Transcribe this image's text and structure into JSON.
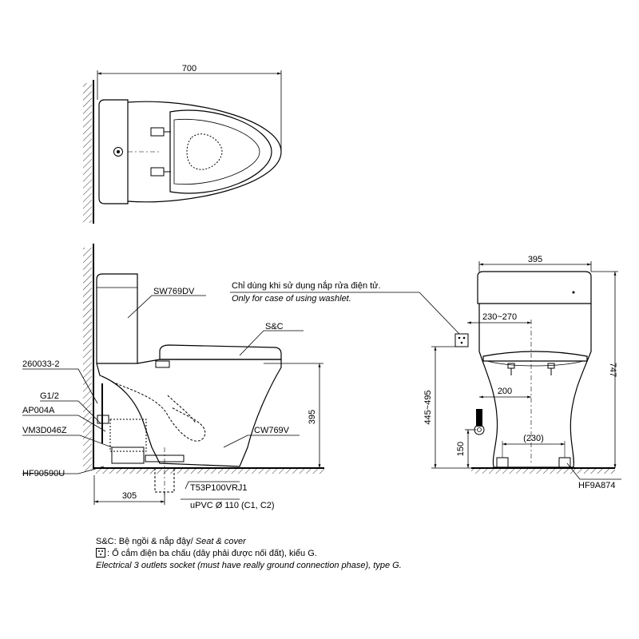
{
  "dimensions": {
    "top_width": "700",
    "depth_width": "395",
    "side_range": "230~270",
    "total_height": "747",
    "inlet_range": "445~495",
    "seat_height": "395",
    "wall_offset": "305",
    "inlet_offset": "200",
    "outlet_spacing": "(230)",
    "outlet_height": "150"
  },
  "labels": {
    "tank": "SW769DV",
    "seat_cover": "S&C",
    "bowl": "CW769V",
    "part_260033": "260033-2",
    "part_g12": "G1/2",
    "part_ap004a": "AP004A",
    "part_vm3d": "VM3D046Z",
    "part_hf90590u": "HF90590U",
    "part_t53": "T53P100VRJ1",
    "pipe": "uPVC Ø 110 (C1, C2)",
    "part_hf9a874": "HF9A874"
  },
  "washlet_note": {
    "vi": "Chỉ dùng khi sử dụng nắp rửa điện tử.",
    "en": "Only for case of using washlet."
  },
  "legend": {
    "sc_vi": "S&C: Bệ ngồi & nắp đậy/ ",
    "sc_en": "Seat & cover",
    "socket_vi": ": Ổ cắm điện ba chấu (dây phải được nối đất), kiểu G.",
    "socket_en": "Electrical 3 outlets socket (must have really ground connection phase), type G."
  }
}
